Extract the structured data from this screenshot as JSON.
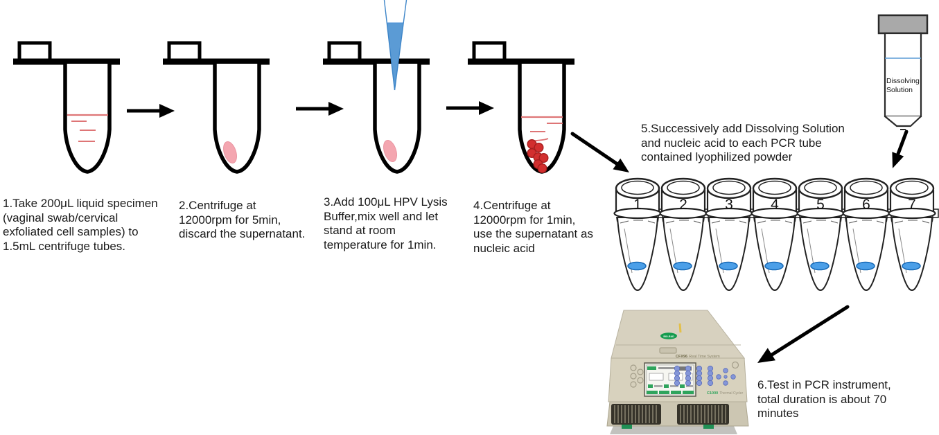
{
  "captions": {
    "step1": "1.Take 200μL liquid specimen\n(vaginal swab/cervical\nexfoliated cell samples) to\n1.5mL centrifuge tubes.",
    "step2": "2.Centrifuge at\n12000rpm for 5min,\ndiscard the supernatant.",
    "step3": "3.Add 100μL HPV Lysis\nBuffer,mix well and let\nstand at room\ntemperature for 1min.",
    "step4": "4.Centrifuge at\n12000rpm for 1min,\nuse the supernatant as\nnucleic acid",
    "step5": "5.Successively add Dissolving Solution\nand nucleic acid to each PCR tube\ncontained lyophilized powder",
    "step6": "6.Test in PCR instrument,\ntotal duration is about 70\nminutes"
  },
  "dissolving_tube": {
    "label_line1": "Dissolving",
    "label_line2": "Solution"
  },
  "strip_numbers": [
    "1",
    "2",
    "3",
    "4",
    "5",
    "6",
    "7"
  ],
  "instrument": {
    "brand": "BIO-RAD",
    "model": "CFX96",
    "model_suffix": "Real Time System",
    "cycler_model": "C1000",
    "cycler_suffix": "Thermal Cycler"
  },
  "colors": {
    "outline": "#000000",
    "liquid_line_red": "#de7576",
    "pellet_pink": "#f4a6b0",
    "bead_red": "#d22f2f",
    "pipette_blue": "#5b9bd5",
    "strip_liquid_blue": "#4b9fe8",
    "cap_gray": "#a9a9a9",
    "biorad_green": "#149b4e",
    "machine_beige": "#d7d1bf"
  }
}
